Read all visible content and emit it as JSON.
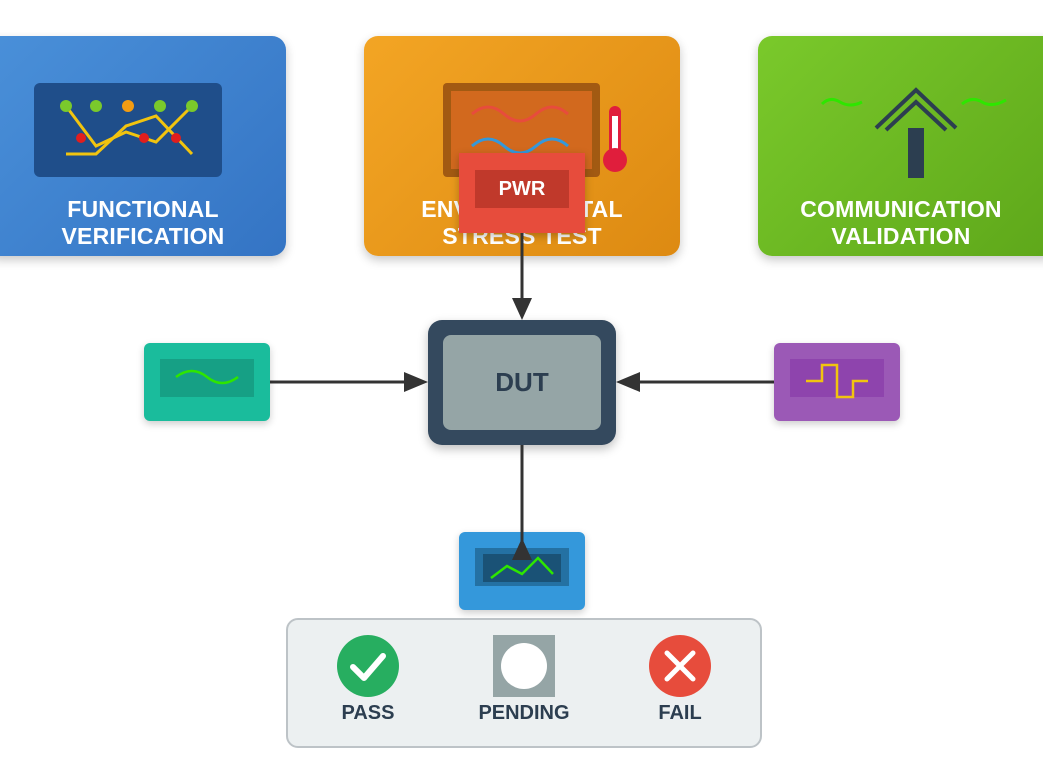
{
  "cards": {
    "functional": {
      "line1": "FUNCTIONAL",
      "line2": "VERIFICATION",
      "color": "#4a90d9"
    },
    "environmental": {
      "line1": "ENVIRONMENTAL",
      "line2": "STRESS TEST",
      "color": "#f3a524"
    },
    "communication": {
      "line1": "COMMUNICATION",
      "line2": "VALIDATION",
      "color": "#7ac92b"
    }
  },
  "power": {
    "label": "PWR",
    "color": "#e74c3c"
  },
  "dut": {
    "label": "DUT",
    "color": "#34495e"
  },
  "modules": {
    "sine_source": {
      "icon": "sine-wave-icon",
      "color": "#1abc9c"
    },
    "square_source": {
      "icon": "square-wave-icon",
      "color": "#9b59b6"
    },
    "scope": {
      "icon": "waveform-monitor-icon",
      "color": "#3498db"
    }
  },
  "legend": {
    "pass": {
      "label": "PASS",
      "icon": "check-circle-icon",
      "color": "#27ae60"
    },
    "pending": {
      "label": "PENDING",
      "icon": "pending-circle-icon",
      "color": "#95a5a6"
    },
    "fail": {
      "label": "FAIL",
      "icon": "x-circle-icon",
      "color": "#e74c3c"
    }
  }
}
